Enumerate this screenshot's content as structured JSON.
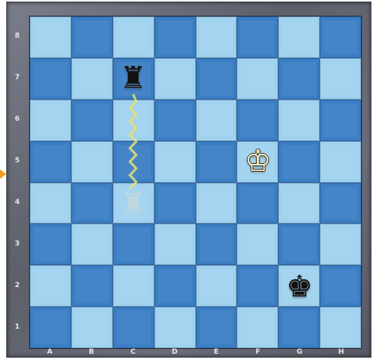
{
  "board": {
    "files": [
      "A",
      "B",
      "C",
      "D",
      "E",
      "F",
      "G",
      "H"
    ],
    "ranks": [
      "8",
      "7",
      "6",
      "5",
      "4",
      "3",
      "2",
      "1"
    ],
    "colors": {
      "light": "#9fd2ef",
      "dark": "#3a7ec4",
      "frame": "#6b6e79"
    }
  },
  "pieces": [
    {
      "name": "black-rook",
      "symbol": "♜",
      "square": "c7",
      "color": "black"
    },
    {
      "name": "white-king",
      "symbol": "♔",
      "square": "f5",
      "color": "white"
    },
    {
      "name": "black-king",
      "symbol": "♚",
      "square": "g2",
      "color": "black"
    }
  ],
  "move_hint": {
    "piece_symbol": "♜",
    "from": "c7",
    "to": "c4",
    "trail_color": "#e8e070"
  },
  "side_marker": {
    "icon": "arrow-right-icon",
    "color": "#f0a020"
  }
}
